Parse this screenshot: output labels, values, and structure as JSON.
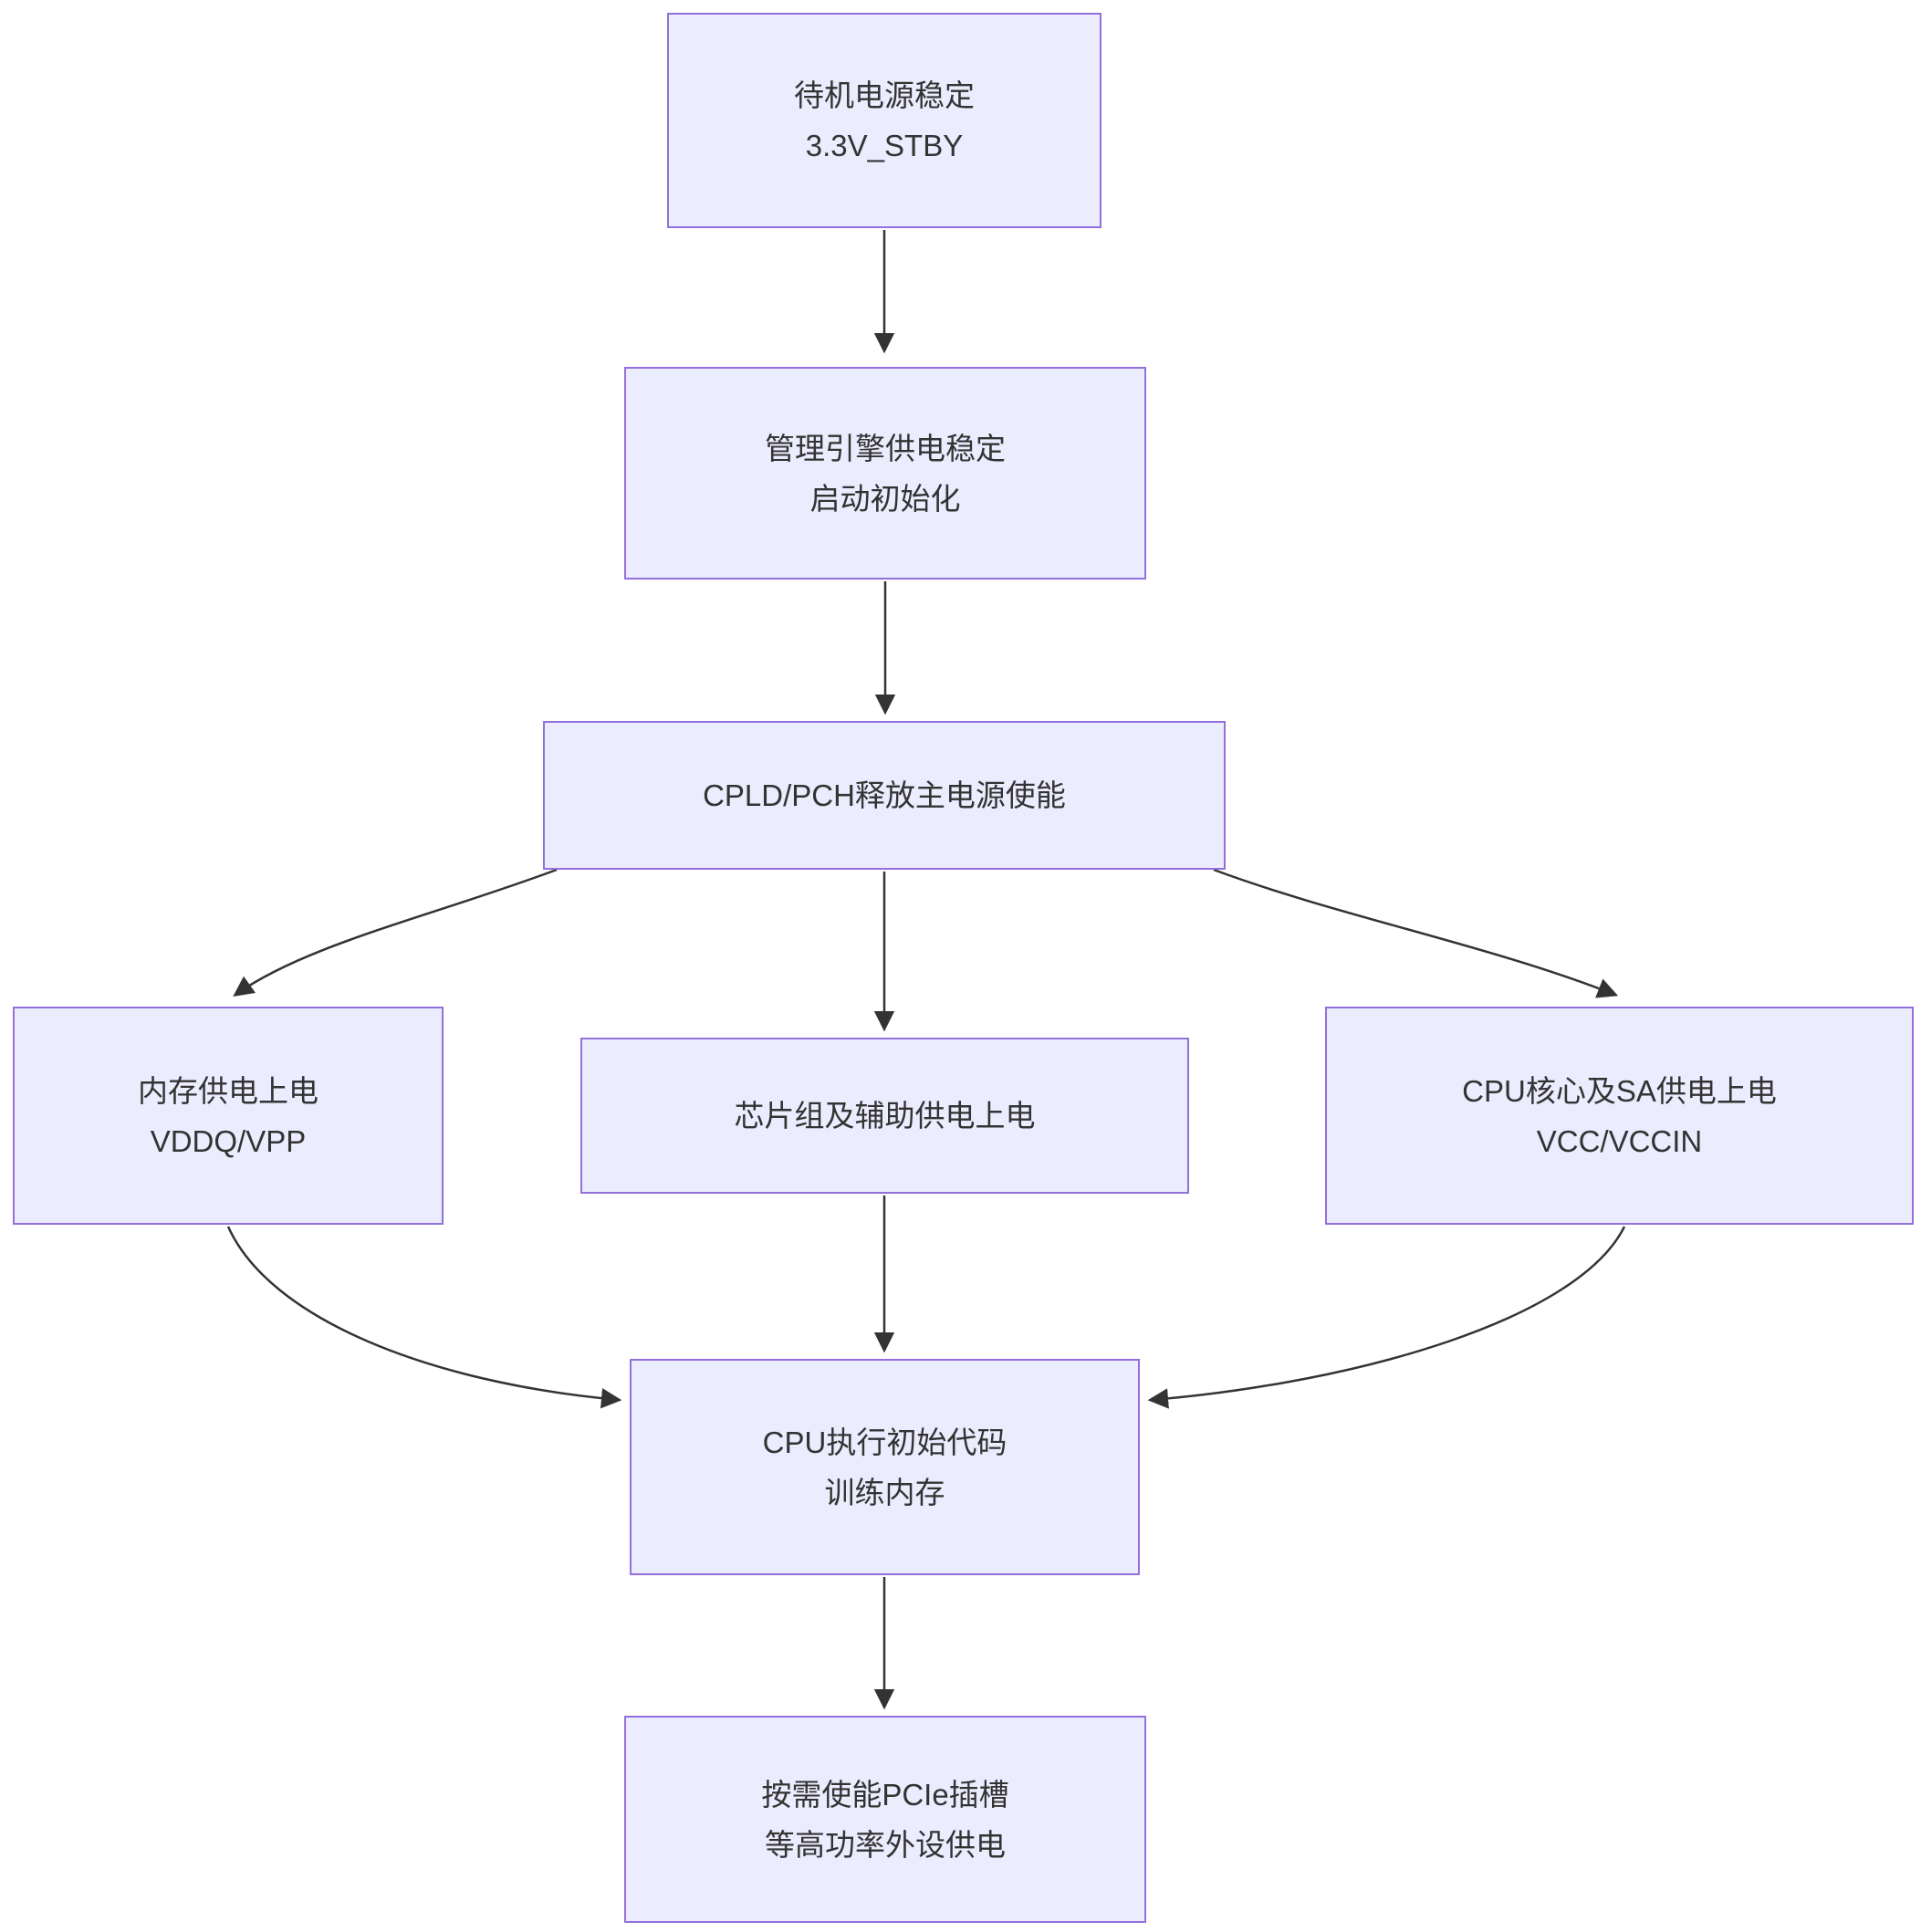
{
  "diagram": {
    "type": "flowchart",
    "direction": "top-down",
    "colors": {
      "node_fill": "#ECECFF",
      "node_border": "#9370DB",
      "text": "#333333",
      "arrow": "#333333"
    },
    "nodes": [
      {
        "id": "standby-power",
        "lines": [
          "待机电源稳定",
          "3.3V_STBY"
        ]
      },
      {
        "id": "management-engine",
        "lines": [
          "管理引擎供电稳定",
          "启动初始化"
        ]
      },
      {
        "id": "cpld-pch-enable",
        "lines": [
          "CPLD/PCH释放主电源使能"
        ]
      },
      {
        "id": "memory-power",
        "lines": [
          "内存供电上电",
          "VDDQ/VPP"
        ]
      },
      {
        "id": "chipset-power",
        "lines": [
          "芯片组及辅助供电上电"
        ]
      },
      {
        "id": "cpu-core-power",
        "lines": [
          "CPU核心及SA供电上电",
          "VCC/VCCIN"
        ]
      },
      {
        "id": "cpu-init-train",
        "lines": [
          "CPU执行初始代码",
          "训练内存"
        ]
      },
      {
        "id": "pcie-peripheral",
        "lines": [
          "按需使能PCIe插槽",
          "等高功率外设供电"
        ]
      }
    ],
    "edges": [
      {
        "from": "standby-power",
        "to": "management-engine"
      },
      {
        "from": "management-engine",
        "to": "cpld-pch-enable"
      },
      {
        "from": "cpld-pch-enable",
        "to": "memory-power"
      },
      {
        "from": "cpld-pch-enable",
        "to": "chipset-power"
      },
      {
        "from": "cpld-pch-enable",
        "to": "cpu-core-power"
      },
      {
        "from": "memory-power",
        "to": "cpu-init-train"
      },
      {
        "from": "chipset-power",
        "to": "cpu-init-train"
      },
      {
        "from": "cpu-core-power",
        "to": "cpu-init-train"
      },
      {
        "from": "cpu-init-train",
        "to": "pcie-peripheral"
      }
    ]
  }
}
